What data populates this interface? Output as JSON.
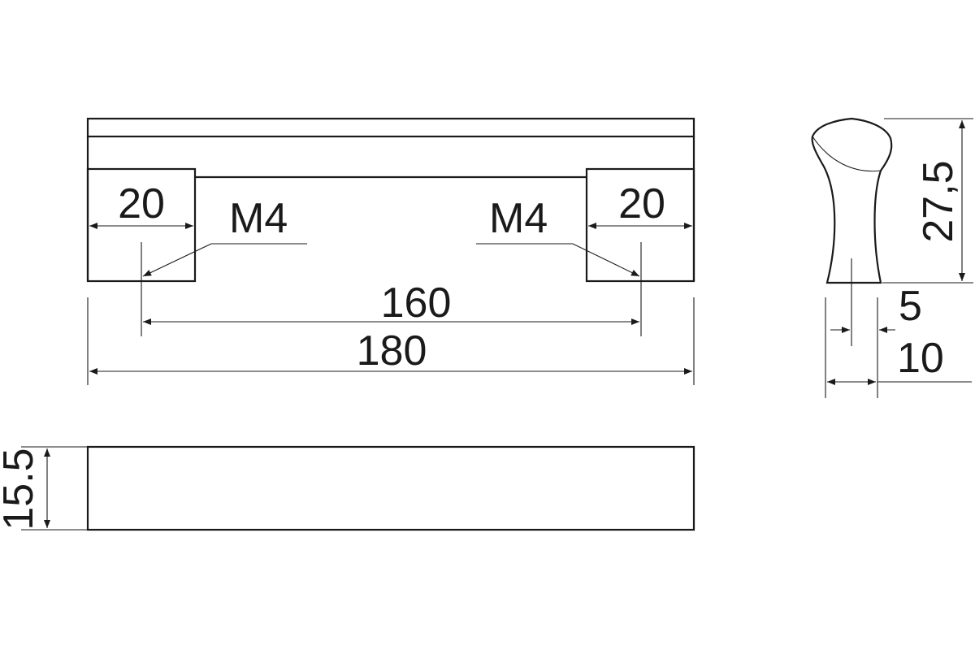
{
  "diagram": {
    "front_view": {
      "dim_left_width": "20",
      "dim_right_width": "20",
      "thread_left": "M4",
      "thread_right": "M4",
      "hole_spacing": "160",
      "overall_length": "180"
    },
    "side_view": {
      "height": "27,5",
      "base_width": "5",
      "overall_width": "10"
    },
    "top_view": {
      "thickness": "15.5"
    }
  }
}
